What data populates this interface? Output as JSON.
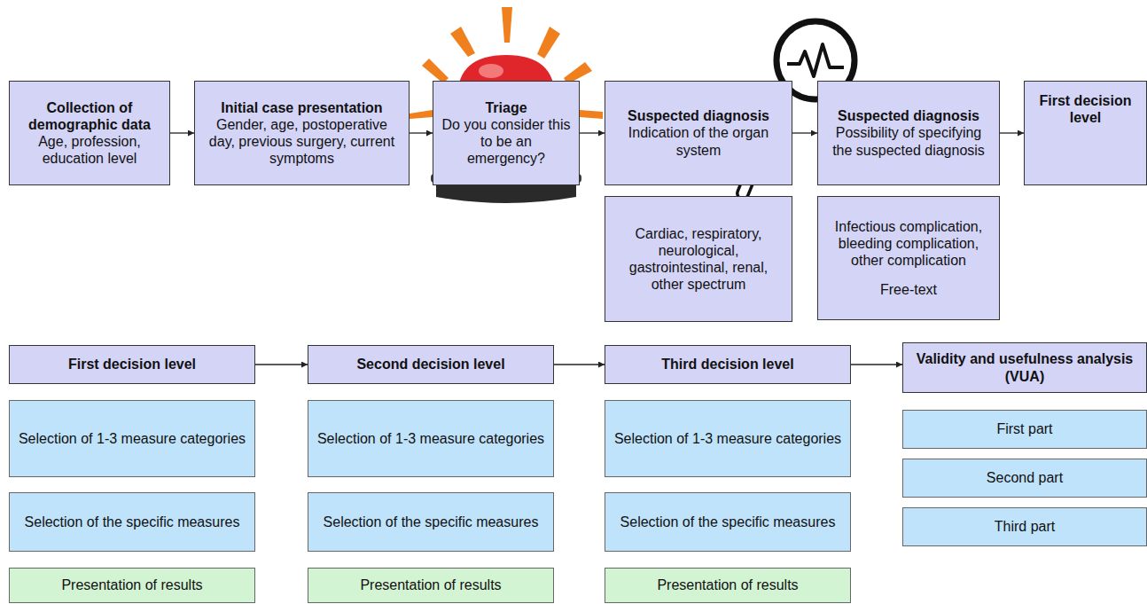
{
  "diagram": {
    "nodes": [
      {
        "text": [
          "Collection of demographic data",
          "Age, profession, education level"
        ]
      },
      {
        "text": [
          "Initial case presentation",
          "Gender, age, postoperative day, previous surgery, current symptoms"
        ]
      },
      {
        "text": [
          "Triage",
          "Do you consider this to be an emergency?"
        ]
      },
      {
        "text": [
          "Suspected diagnosis",
          "Indication of the organ system"
        ]
      },
      {
        "text": [
          "Suspected diagnosis",
          "Possibility of specifying the suspected diagnosis"
        ]
      },
      {
        "text": [
          "First decision level"
        ]
      },
      {
        "text": [
          "Cardiac, respiratory, neurological, gastrointestinal, renal, other spectrum"
        ]
      },
      {
        "text": [
          "Infectious complication, bleeding complication, other complication",
          "Free-text"
        ]
      },
      {
        "text": [
          "First decision level"
        ]
      },
      {
        "text": [
          "Selection of 1-3 measure categories"
        ]
      },
      {
        "text": [
          "Selection of the specific measures"
        ]
      },
      {
        "text": [
          "Presentation of results"
        ]
      },
      {
        "text": [
          "Second decision level"
        ]
      },
      {
        "text": [
          "Selection of 1-3 measure categories"
        ]
      },
      {
        "text": [
          "Selection of the specific measures"
        ]
      },
      {
        "text": [
          "Presentation of results"
        ]
      },
      {
        "text": [
          "Third decision level"
        ]
      },
      {
        "text": [
          "Selection of 1-3 measure categories"
        ]
      },
      {
        "text": [
          "Selection of the specific measures"
        ]
      },
      {
        "text": [
          "Presentation of results"
        ]
      },
      {
        "text": [
          "Validity and usefulness analysis (VUA)"
        ]
      },
      {
        "text": [
          "First part"
        ]
      },
      {
        "text": [
          "Second part"
        ]
      },
      {
        "text": [
          "Third part"
        ]
      }
    ],
    "edges": [
      {
        "from": 0,
        "to": 1,
        "arrow": "to"
      },
      {
        "from": 1,
        "to": 2,
        "arrow": "to"
      },
      {
        "from": 2,
        "to": 3,
        "arrow": "to"
      },
      {
        "from": 3,
        "to": 4,
        "arrow": "to"
      },
      {
        "from": 4,
        "to": 5,
        "arrow": "to"
      },
      {
        "from": 8,
        "to": 12,
        "arrow": "to"
      },
      {
        "from": 12,
        "to": 16,
        "arrow": "to"
      },
      {
        "from": 16,
        "to": 20,
        "arrow": "to"
      }
    ]
  }
}
